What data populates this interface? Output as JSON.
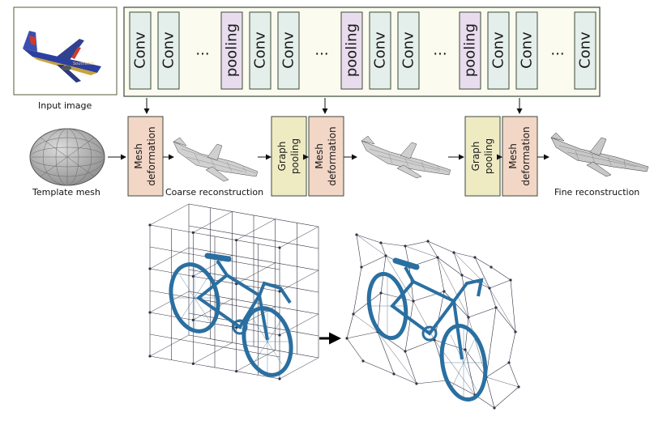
{
  "input_label": "Input image",
  "airplane_livery": "Southwest",
  "conv_label": "Conv",
  "pooling_label": "pooling",
  "ellipsis": "...",
  "mesh_deformation_label": [
    "Mesh",
    "deformation"
  ],
  "graph_pooling_label": [
    "Graph",
    "pooling"
  ],
  "template_mesh_label": "Template mesh",
  "coarse_label": "Coarse reconstruction",
  "fine_label": "Fine reconstruction",
  "encoder_sequence": [
    "Conv",
    "Conv",
    "...",
    "pooling",
    "Conv",
    "Conv",
    "...",
    "pooling",
    "Conv",
    "Conv",
    "...",
    "pooling",
    "Conv",
    "Conv",
    "...",
    "Conv"
  ],
  "colors": {
    "conv_fill": "#e4eeea",
    "pooling_fill": "#e8dcee",
    "mesh_deformation_fill": "#f2d6c6",
    "graph_pooling_fill": "#eeebc3",
    "encoder_frame_fill": "#fbfbef",
    "box_stroke": "#3c4a3a",
    "bike_blue": "#2a6fa1",
    "lattice": "#333344"
  }
}
